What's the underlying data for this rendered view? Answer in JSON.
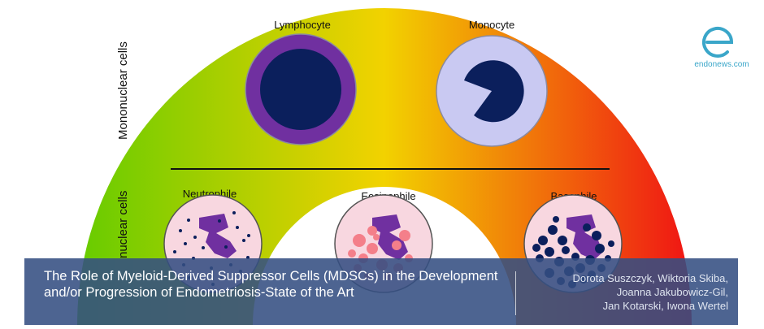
{
  "diagram": {
    "top_cells": [
      {
        "label": "Lymphocyte"
      },
      {
        "label": "Monocyte"
      }
    ],
    "bottom_cells": [
      {
        "label": "Neutrophile"
      },
      {
        "label": "Eosinophile"
      },
      {
        "label": "Basophile"
      }
    ],
    "group_labels": {
      "mononuclear": "Mononuclear cells",
      "polymorphonuclear": "nuclear cells"
    },
    "colors": {
      "gradient_left": "#66cc00",
      "gradient_mid": "#f2d200",
      "gradient_right": "#f01414",
      "lymphocyte_ring": "#7030a0",
      "nucleus": "#0b1f5c",
      "monocyte_cytoplasm": "#c9c9f2",
      "granulocyte_cytoplasm": "#f8d7e0",
      "granulocyte_nucleus": "#7030a0",
      "eosinophil_granule": "#f47f8a",
      "basophil_granule": "#0b1f5c"
    }
  },
  "logo": {
    "text": "endonews.com",
    "icon": "endonews-e-icon"
  },
  "banner": {
    "title": "The Role of Myeloid-Derived Suppressor Cells (MDSCs) in the Development and/or Progression of Endometriosis-State of the Art",
    "authors": [
      "Dorota Suszczyk, Wiktoria Skiba,",
      "Joanna Jakubowicz-Gil,",
      "Jan Kotarski, Iwona Wertel"
    ]
  }
}
